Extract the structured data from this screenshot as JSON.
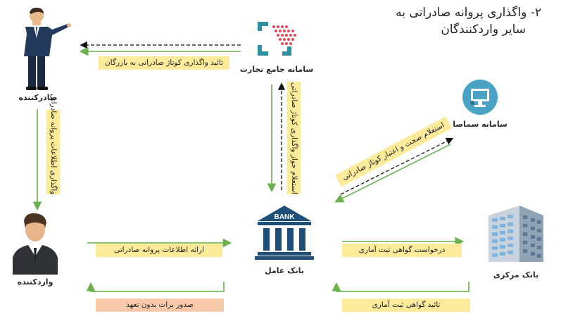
{
  "title": {
    "line1": "۲- واگذاری پروانه صادراتی به",
    "line2": "سایر واردکنندگان"
  },
  "nodes": {
    "exporter": "صادرکننده",
    "trade_system": "سامانه جامع تجارت",
    "samaneh": "سامانه سماصا",
    "importer": "واردکننده",
    "agent_bank": "بانک عامل",
    "central_bank": "بانک مرکزی",
    "bank_sign": "BANK"
  },
  "flows": {
    "approve_quota_to_merchant": "تائید واگذاری کوتاژ صادراتی به بازرگان",
    "assign_export_license_info": "واگذاری اطلاعات پروانه صادراتی",
    "inquiry_permit": "استعلام جواز واگذاری کوتاژ صادراتی",
    "inquiry_validity": "استعلام صحت و اعتبار کوتاژ صادراتی",
    "present_license_info": "ارائه اطلاعات پروانه صادراتی",
    "issue_certificate_without_commitment": "صدور برات بدون تعهد",
    "request_statistical_certificate": "درخواست گواهی ثبت آماری",
    "approve_statistical_certificate": "تائید گواهی ثبت آماری"
  },
  "colors": {
    "arrow_green": "#6ab04c",
    "dashed_black": "#111111",
    "label_yellow": "#fbeb9b",
    "label_salmon": "#f7c9a8",
    "bank_blue": "#1f4e79",
    "samaneh_teal": "#4aa3c4"
  }
}
